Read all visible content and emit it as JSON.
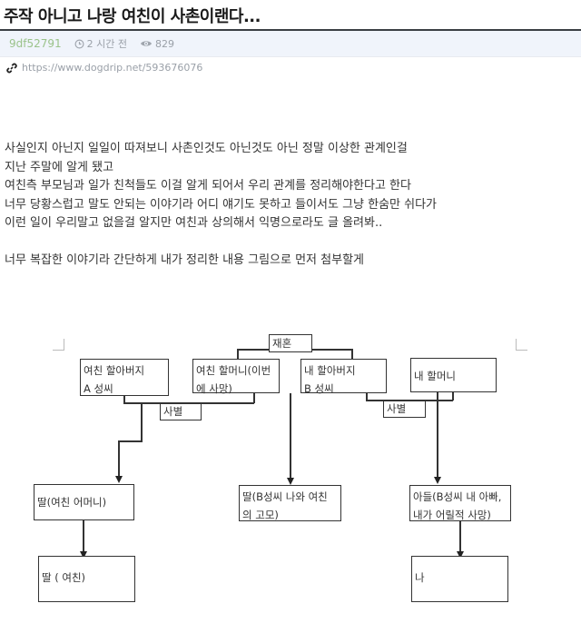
{
  "post": {
    "title": "주작 아니고 나랑 여친이 사촌이랜다...",
    "author": "9df52791",
    "time_ago": "2 시간 전",
    "views": "829",
    "url": "https://www.dogdrip.net/593676076",
    "icons": {
      "time": "clock-icon",
      "views": "eye-icon",
      "link": "link-icon"
    },
    "colors": {
      "author": "#9bc38b",
      "meta_bg": "#f0f4fb",
      "rule": "#3a3e44"
    }
  },
  "body": {
    "paragraphs": [
      "사실인지 아닌지 일일이 따져보니 사촌인것도 아닌것도 아닌 정말 이상한 관계인걸",
      "지난 주말에 알게 됐고",
      "여친측 부모님과 일가 친척들도 이걸 알게 되어서 우리 관계를 정리해야한다고 한다",
      "너무 당황스럽고 말도 안되는 이야기라 어디 얘기도 못하고 들이서도 그냥 한숨만 쉬다가",
      "이런 일이 우리말고 없을걸 알지만 여친과 상의해서 익명으로라도 글 올려봐..",
      "",
      "너무 복잡한 이야기라 간단하게 내가 정리한 내용 그림으로 먼저 첨부할게"
    ]
  },
  "diagram": {
    "labels": {
      "remarriage": "재혼",
      "separation_left": "사별",
      "separation_right": "사별"
    },
    "nodes": {
      "gf_grandfather": [
        "여친 할아버지",
        "A 성씨"
      ],
      "gf_grandmother": [
        "여친 할머니(이번",
        "에 사망)"
      ],
      "my_grandfather": [
        "내 할아버지",
        "B 성씨"
      ],
      "my_grandmother": [
        "내 할머니"
      ],
      "gf_mother": [
        "딸(여친 어머니)"
      ],
      "aunt": [
        "딸(B성씨 나와 여친",
        "의 고모)"
      ],
      "my_father": [
        "아들(B성씨 내 아빠,",
        "내가 어릴적 사망)"
      ],
      "girlfriend": [
        "딸 ( 여친)"
      ],
      "me": [
        "나"
      ]
    }
  }
}
